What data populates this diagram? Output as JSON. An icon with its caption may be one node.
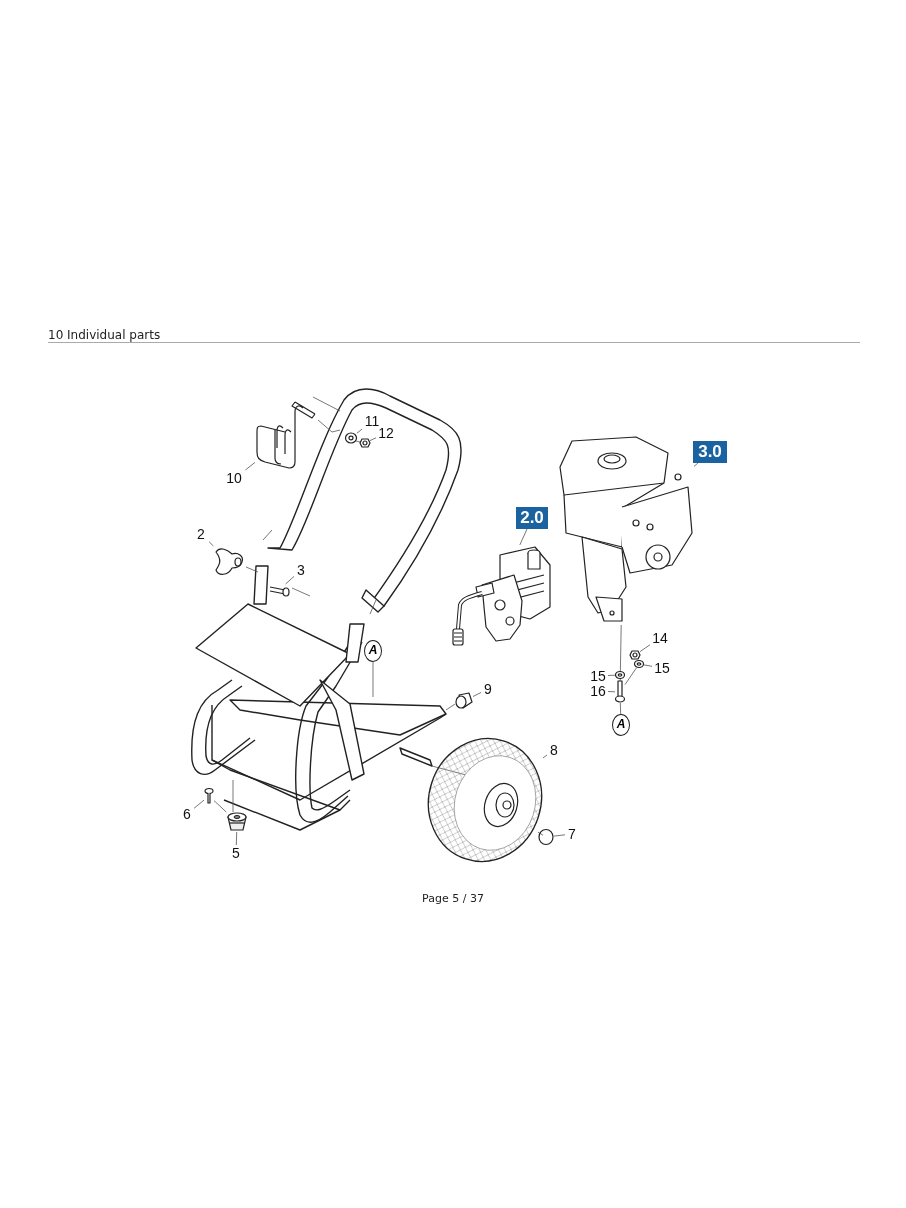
{
  "diagram": {
    "title": "10 Individual parts",
    "nodes": [
      {
        "text": [
          "10"
        ]
      },
      {
        "text": [],
        "shape": "picture"
      },
      {
        "text": [
          "11"
        ]
      },
      {
        "text": [],
        "shape": "picture"
      },
      {
        "text": [
          "12"
        ]
      },
      {
        "text": [],
        "shape": "picture"
      },
      {
        "text": [
          "2"
        ]
      },
      {
        "text": [],
        "shape": "picture"
      },
      {
        "text": [
          "3"
        ]
      },
      {
        "text": [],
        "shape": "picture"
      },
      {
        "text": [
          "2.0"
        ]
      },
      {
        "text": [],
        "shape": "picture"
      },
      {
        "text": [
          "3.0"
        ]
      },
      {
        "text": [],
        "shape": "picture"
      },
      {
        "text": [
          "14"
        ]
      },
      {
        "text": [],
        "shape": "picture"
      },
      {
        "text": [
          "15"
        ]
      },
      {
        "text": [],
        "shape": "picture"
      },
      {
        "text": [
          "15"
        ]
      },
      {
        "text": [],
        "shape": "picture"
      },
      {
        "text": [
          "16"
        ]
      },
      {
        "text": [],
        "shape": "picture"
      },
      {
        "text": [
          "A"
        ]
      },
      {
        "text": [
          "9"
        ]
      },
      {
        "text": [],
        "shape": "picture"
      },
      {
        "text": [
          "8"
        ]
      },
      {
        "text": [],
        "shape": "picture"
      },
      {
        "text": [
          "7"
        ]
      },
      {
        "text": [],
        "shape": "circle"
      },
      {
        "text": [
          "6"
        ]
      },
      {
        "text": [],
        "shape": "picture"
      },
      {
        "text": [
          "5"
        ]
      },
      {
        "text": [],
        "shape": "picture"
      },
      {
        "text": [
          "A"
        ]
      }
    ],
    "edges": [
      {
        "from": 0,
        "to": 1,
        "arrow": "none"
      },
      {
        "from": 2,
        "to": 3,
        "arrow": "none"
      },
      {
        "from": 4,
        "to": 5,
        "arrow": "none"
      },
      {
        "from": 6,
        "to": 7,
        "arrow": "none"
      },
      {
        "from": 8,
        "to": 9,
        "arrow": "none"
      },
      {
        "from": 10,
        "to": 11,
        "arrow": "none"
      },
      {
        "from": 12,
        "to": 13,
        "arrow": "none"
      },
      {
        "from": 14,
        "to": 15,
        "arrow": "none"
      },
      {
        "from": 16,
        "to": 17,
        "arrow": "none"
      },
      {
        "from": 18,
        "to": 19,
        "arrow": "none"
      },
      {
        "from": 20,
        "to": 21,
        "arrow": "none"
      },
      {
        "from": 13,
        "to": 21,
        "arrow": "none"
      },
      {
        "from": 22,
        "to": 21,
        "arrow": "none"
      },
      {
        "from": 23,
        "to": 24,
        "arrow": "none"
      },
      {
        "from": 25,
        "to": 26,
        "arrow": "none"
      },
      {
        "from": 27,
        "to": 28,
        "arrow": "none"
      },
      {
        "from": 29,
        "to": 30,
        "arrow": "none"
      },
      {
        "from": 31,
        "to": 32,
        "arrow": "none"
      },
      {
        "from": 33,
        "to": null,
        "arrow": "none"
      },
      {
        "from": 17,
        "to": 21,
        "arrow": "none"
      },
      {
        "from": 30,
        "to": 32,
        "arrow": "none"
      },
      {
        "from": 28,
        "to": 26,
        "arrow": "none"
      }
    ],
    "labels": [
      "Page 5 / 37"
    ]
  }
}
